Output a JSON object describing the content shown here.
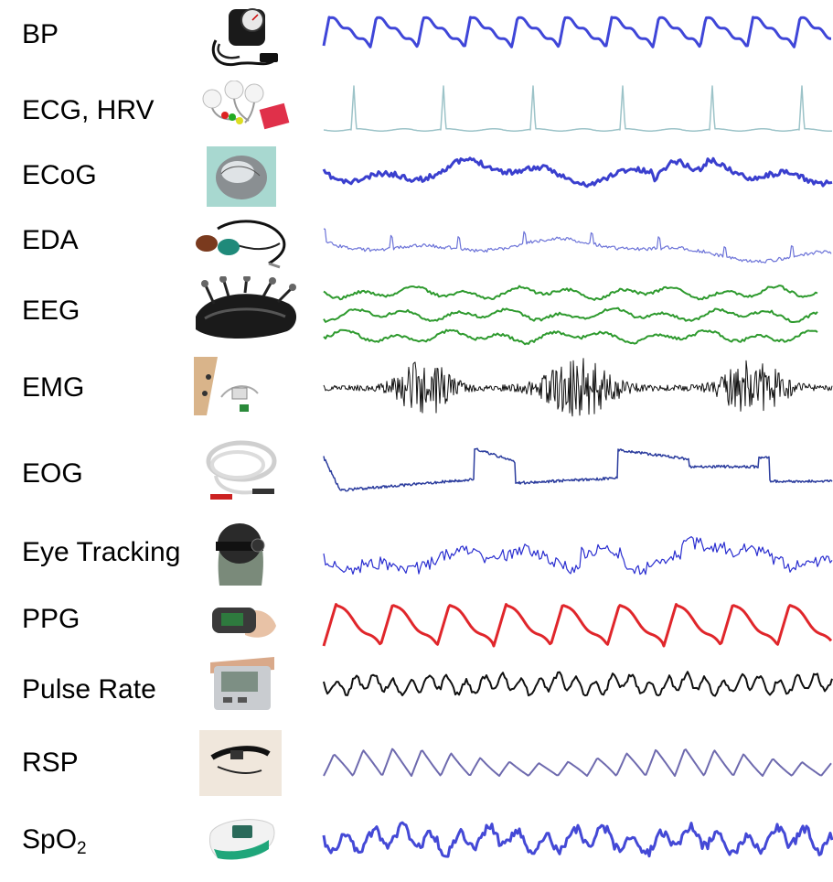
{
  "rows": [
    {
      "key": "bp",
      "label": "BP",
      "color": "#3f46d8",
      "icon": "sphygmomanometer-icon"
    },
    {
      "key": "ecg",
      "label": "ECG, HRV",
      "color": "#9cc3c8",
      "icon": "ecg-electrodes-icon"
    },
    {
      "key": "ecog",
      "label": "ECoG",
      "color": "#3a3fce",
      "icon": "brain-grid-icon"
    },
    {
      "key": "eda",
      "label": "EDA",
      "color": "#6c73d8",
      "icon": "eda-sensor-icon"
    },
    {
      "key": "eeg",
      "label": "EEG",
      "color": "#2e9a2e",
      "icon": "eeg-headset-icon"
    },
    {
      "key": "emg",
      "label": "EMG",
      "color": "#111111",
      "icon": "emg-electrode-icon"
    },
    {
      "key": "eog",
      "label": "EOG",
      "color": "#2c3d9e",
      "icon": "eog-cable-icon"
    },
    {
      "key": "eye",
      "label": "Eye Tracking",
      "color": "#2a2ed0",
      "icon": "eye-tracker-icon"
    },
    {
      "key": "ppg",
      "label": "PPG",
      "color": "#e0262b",
      "icon": "pulse-oximeter-finger-icon"
    },
    {
      "key": "pulse",
      "label": "Pulse Rate",
      "color": "#111111",
      "icon": "wrist-monitor-icon"
    },
    {
      "key": "rsp",
      "label": "RSP",
      "color": "#6e6aae",
      "icon": "respiration-belt-icon"
    },
    {
      "key": "spo2",
      "label": "SpO",
      "label_sub": "2",
      "color": "#4449d6",
      "icon": "spo2-oximeter-icon"
    }
  ]
}
